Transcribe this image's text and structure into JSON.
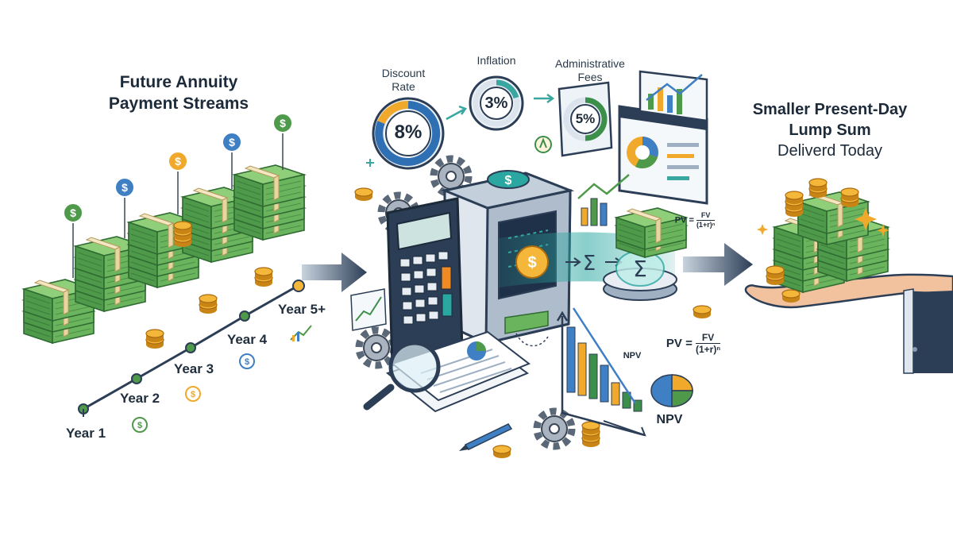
{
  "left_panel": {
    "title_line1": "Future Annuity",
    "title_line2": "Payment Streams",
    "timeline": [
      "Year 1",
      "Year 2",
      "Year 3",
      "Year 4",
      "Year 5+"
    ]
  },
  "factors": [
    {
      "label_line1": "Discount",
      "label_line2": "Rate",
      "value": "8%",
      "fraction": 0.8,
      "color": "#2f6fb3"
    },
    {
      "label_line1": "Inflation",
      "label_line2": "",
      "value": "3%",
      "fraction": 0.3,
      "color": "#3aa6a0"
    },
    {
      "label_line1": "Administrative",
      "label_line2": "Fees",
      "value": "5%",
      "fraction": 0.5,
      "color": "#3c8f4a"
    }
  ],
  "formulas": [
    {
      "lhs": "PV =",
      "numerator": "FV",
      "denominator": "(1+r)ⁿ"
    },
    {
      "lhs": "PV =",
      "numerator": "FV",
      "denominator": "(1+r)ⁿ"
    }
  ],
  "npv_labels": [
    "NPV",
    "NPV"
  ],
  "right_panel": {
    "title_line1": "Smaller Present-Day",
    "title_line2": "Lump Sum",
    "title_line3": "Deliverd Today"
  },
  "icons": [
    "dollar-coin-icon",
    "gear-icon",
    "calculator-icon",
    "magnifier-icon",
    "pie-chart-icon",
    "bar-chart-icon",
    "sigma-icon",
    "arrow-right-icon",
    "hand-icon"
  ],
  "colors": {
    "money": "#4e9a4a",
    "money_dark": "#2f6b32",
    "coin": "#f0a92b",
    "navy": "#2c3e56",
    "teal": "#2aa7a0",
    "orange": "#f08a24"
  }
}
